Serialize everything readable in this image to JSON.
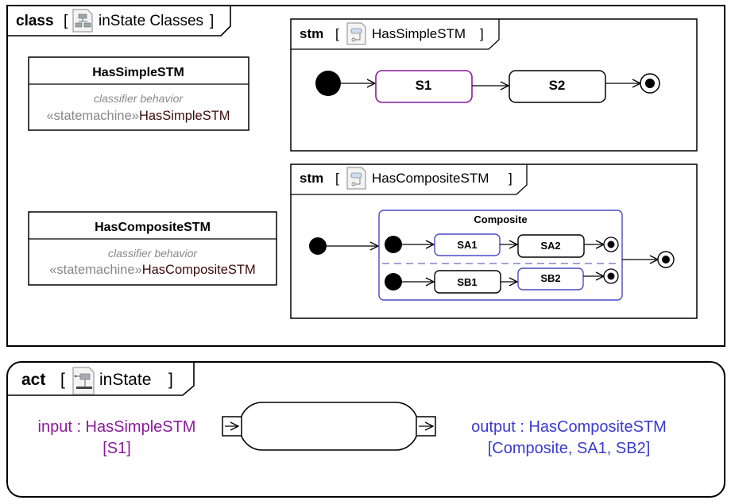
{
  "colors": {
    "active_state_simple": "#8b1a9b",
    "active_state_composite": "#4a4ac8",
    "input_pin_text": "#8b1a9b",
    "output_pin_text": "#3a3ad0",
    "stereotype_text": "#888888",
    "classifier_ref_text": "#3a0a0a"
  },
  "class_frame": {
    "keyword": "class",
    "open_bracket": "[",
    "icon": "class-diagram-icon",
    "title": "inState Classes",
    "close_bracket": "]",
    "classes": [
      {
        "name": "HasSimpleSTM",
        "note": "classifier behavior",
        "stereotype": "«statemachine»",
        "behavior": "HasSimpleSTM"
      },
      {
        "name": "HasCompositeSTM",
        "note": "classifier behavior",
        "stereotype": "«statemachine»",
        "behavior": "HasCompositeSTM"
      }
    ]
  },
  "stm_simple": {
    "keyword": "stm",
    "open_bracket": "[",
    "icon": "state-machine-diagram-icon",
    "title": "HasSimpleSTM",
    "close_bracket": "]",
    "states": [
      {
        "name": "S1",
        "active": true
      },
      {
        "name": "S2",
        "active": false
      }
    ]
  },
  "stm_composite": {
    "keyword": "stm",
    "open_bracket": "[",
    "icon": "state-machine-diagram-icon",
    "title": "HasCompositeSTM",
    "close_bracket": "]",
    "composite": {
      "name": "Composite",
      "active": true,
      "regions": [
        {
          "states": [
            {
              "name": "SA1",
              "active": true
            },
            {
              "name": "SA2",
              "active": false
            }
          ]
        },
        {
          "states": [
            {
              "name": "SB1",
              "active": false
            },
            {
              "name": "SB2",
              "active": true
            }
          ]
        }
      ]
    }
  },
  "act_frame": {
    "keyword": "act",
    "open_bracket": "[",
    "icon": "activity-diagram-icon",
    "title": "inState",
    "close_bracket": "]",
    "input_pin": {
      "line1": "input : HasSimpleSTM",
      "line2": "[S1]"
    },
    "output_pin": {
      "line1": "output : HasCompositeSTM",
      "line2": "[Composite, SA1, SB2]"
    }
  }
}
